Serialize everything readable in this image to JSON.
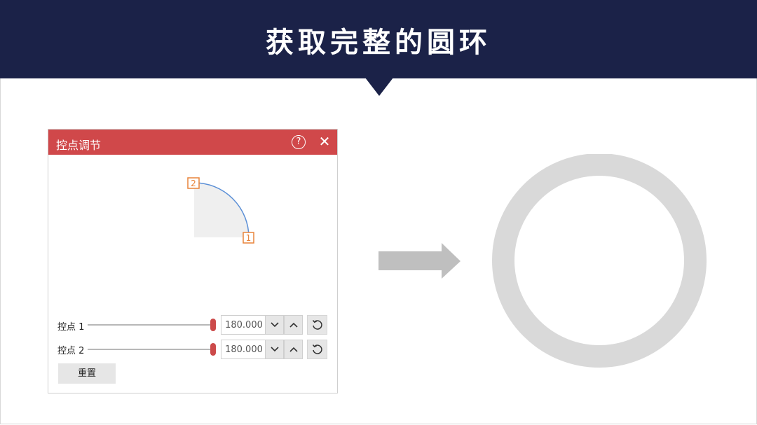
{
  "banner": {
    "title": "获取完整的圆环"
  },
  "dialog": {
    "title": "控点调节",
    "help_icon": "question-circle-icon",
    "close_icon": "close-icon",
    "close_glyph": "✕",
    "help_glyph": "?",
    "handles": [
      {
        "label": "控点 1",
        "value": "180.000",
        "marker": "1"
      },
      {
        "label": "控点 2",
        "value": "180.000",
        "marker": "2"
      }
    ],
    "reset_label": "重置"
  },
  "colors": {
    "banner_bg": "#1b2248",
    "dialog_titlebar": "#d0484a",
    "slider_thumb": "#cc4a4a",
    "arc": "#5b8fd6",
    "marker": "#e8843a",
    "ring": "#d9d9d9",
    "arrow": "#bfbfbf"
  }
}
